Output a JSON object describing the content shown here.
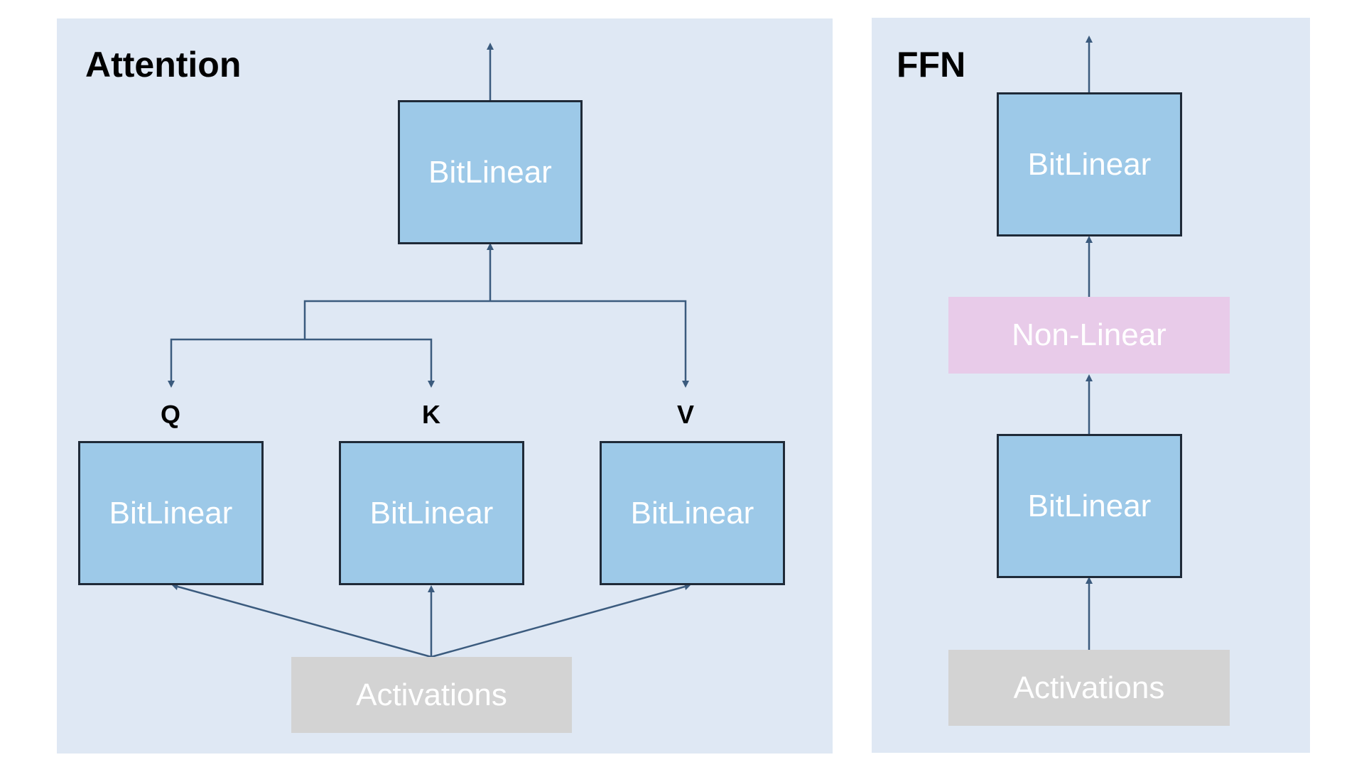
{
  "attention": {
    "title": "Attention",
    "output_block": "BitLinear",
    "q_label": "Q",
    "k_label": "K",
    "v_label": "V",
    "q_block": "BitLinear",
    "k_block": "BitLinear",
    "v_block": "BitLinear",
    "input": "Activations"
  },
  "ffn": {
    "title": "FFN",
    "top_block": "BitLinear",
    "middle_block": "Non-Linear",
    "bottom_block": "BitLinear",
    "input": "Activations"
  },
  "colors": {
    "panel_bg": "#dfe8f4",
    "bitlinear_fill": "#9dc9e8",
    "nonlinear_fill": "#e8cbe9",
    "activations_fill": "#d3d3d3",
    "connector": "#3b5b7e"
  }
}
